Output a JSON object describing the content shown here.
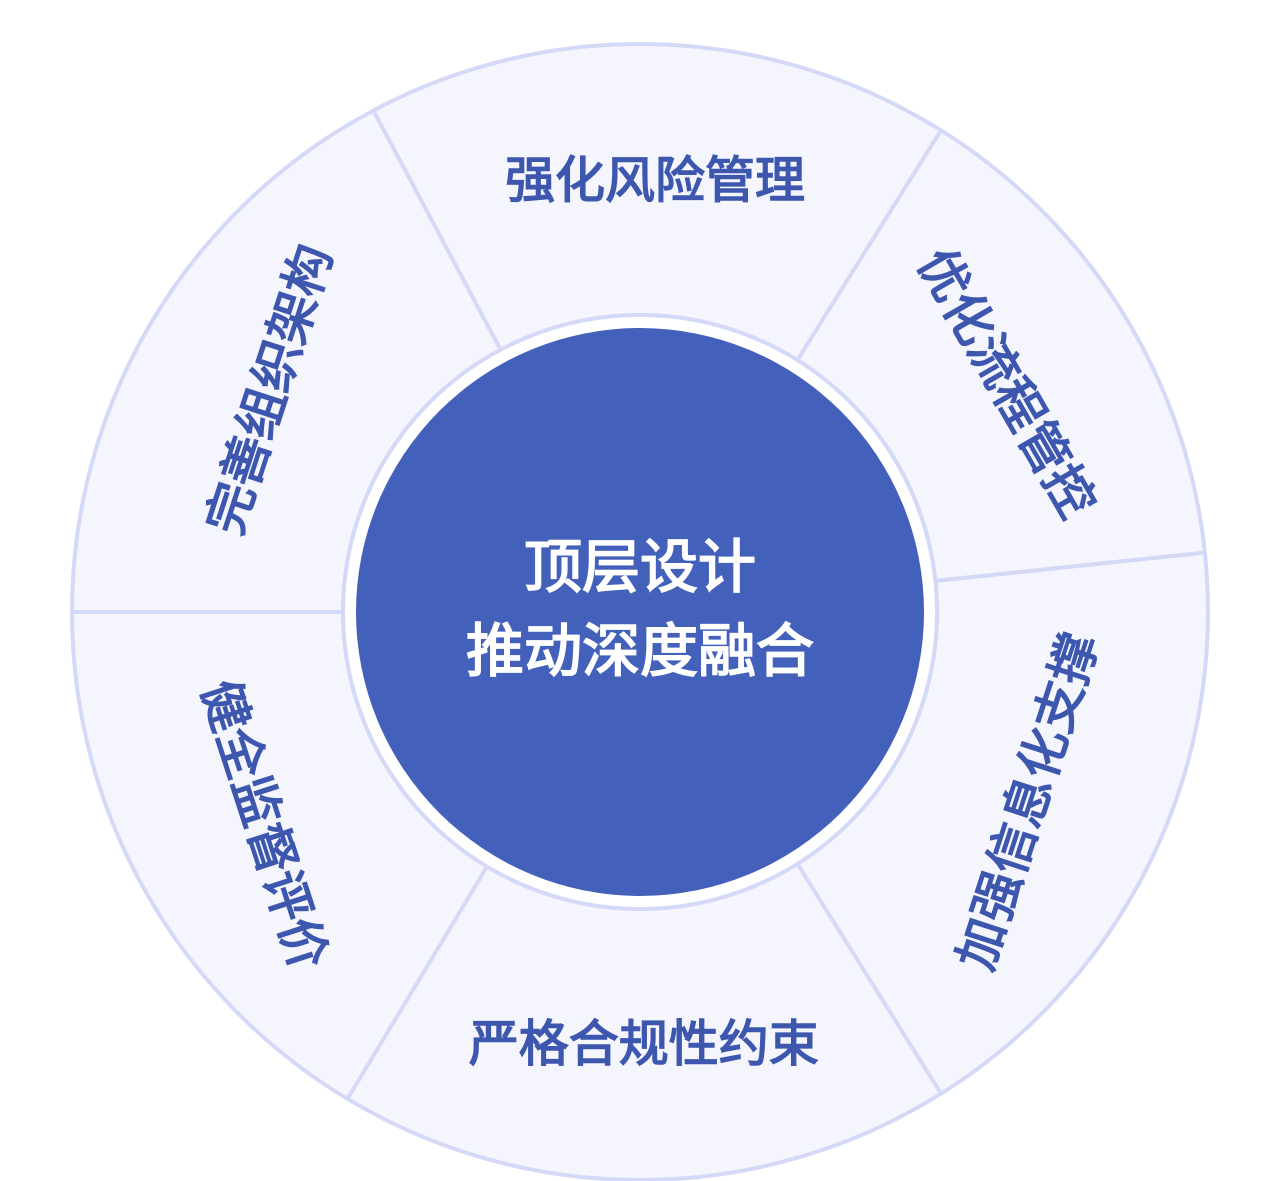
{
  "center": {
    "line1": "顶层设计",
    "line2": "推动深度融合"
  },
  "segments": [
    {
      "label": "强化风险管理"
    },
    {
      "label": "优化流程管控"
    },
    {
      "label": "加强信息化支撑"
    },
    {
      "label": "严格合规性约束"
    },
    {
      "label": "健全监督评价"
    },
    {
      "label": "完善组织架构"
    }
  ],
  "colors": {
    "segment_fill": "#f5f6fd",
    "segment_stroke": "#d3d9f6",
    "segment_text": "#3d56ae",
    "center_fill": "#4360bb",
    "center_ring": "#ffffff",
    "center_text": "#ffffff"
  }
}
